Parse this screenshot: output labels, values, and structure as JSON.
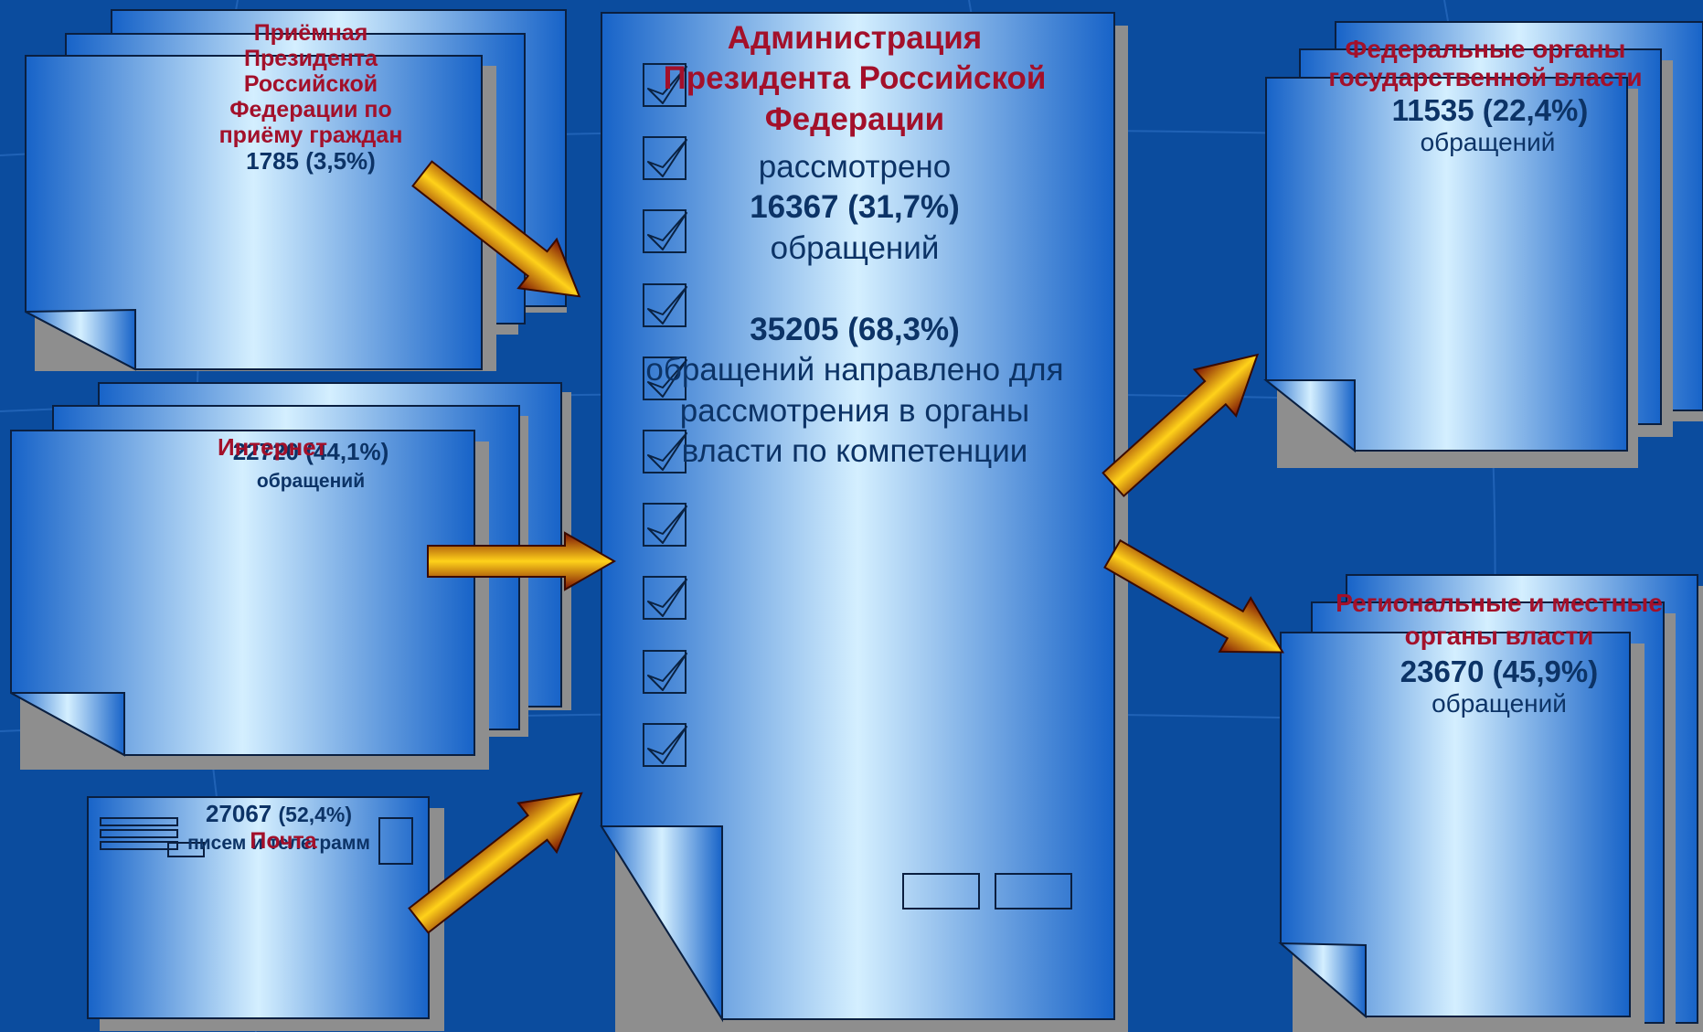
{
  "sources": {
    "reception": {
      "title_lines": [
        "Приёмная",
        "Президента",
        "Российской",
        "Федерации по",
        "приёму граждан"
      ],
      "value": "1785 (3,5%)"
    },
    "internet": {
      "title": "Интернет",
      "value": "22720 (44,1%)",
      "unit": "обращений"
    },
    "mail": {
      "title": "Почта",
      "value": "27067",
      "percent": "(52,4%)",
      "unit": "писем и телеграмм"
    }
  },
  "center": {
    "title_lines": [
      "Администрация",
      "Президента Российской",
      "Федерации"
    ],
    "reviewed_label": "рассмотрено",
    "reviewed_value": "16367 (31,7%)",
    "reviewed_unit": "обращений",
    "forwarded_value": "35205 (68,3%)",
    "forwarded_lines": [
      "обращений направлено для",
      "рассмотрения в органы",
      "власти по компетенции"
    ]
  },
  "targets": {
    "federal": {
      "title_lines": [
        "Федеральные органы",
        "государственной власти"
      ],
      "value": "11535 (22,4%)",
      "unit": "обращений"
    },
    "regional": {
      "title_lines": [
        "Региональные и местные",
        "органы власти"
      ],
      "value": "23670 (45,9%)",
      "unit": "обращений"
    }
  },
  "colors": {
    "background": "#0b4c9e",
    "page_light": "#d4efff",
    "page_dark": "#1763c8",
    "title_red": "#a3102a",
    "text_navy": "#0c3366",
    "arrow_gold": "#ffd21a",
    "arrow_dark": "#7a1004"
  }
}
